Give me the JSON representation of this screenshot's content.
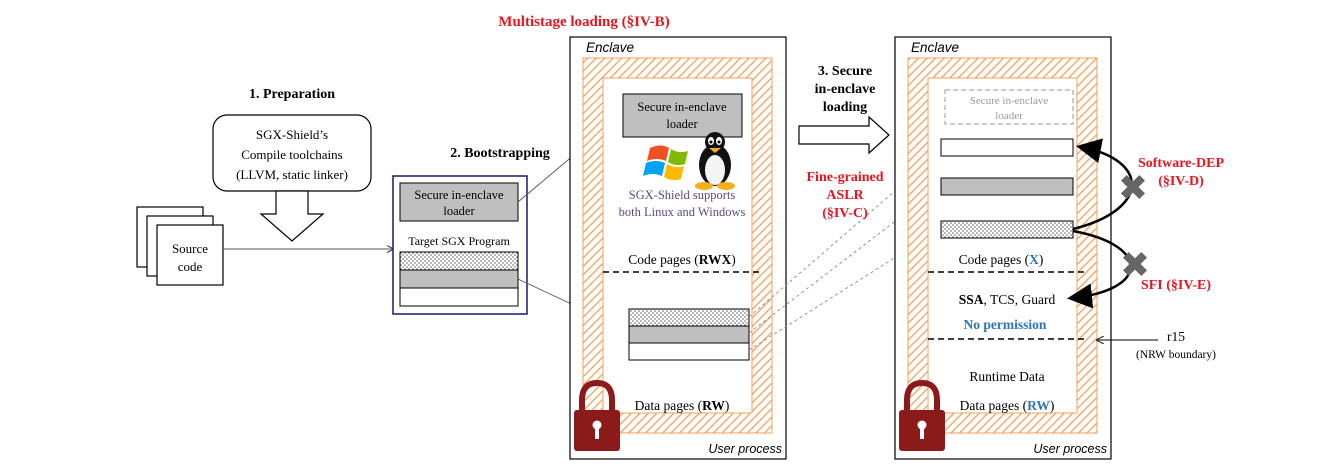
{
  "title": "Multistage loading (§IV-B)",
  "steps": {
    "preparation": "1. Preparation",
    "bootstrapping": "2. Bootstrapping",
    "secure_loading": [
      "3. Secure",
      "in-enclave",
      "loading"
    ]
  },
  "source_code": [
    "Source",
    "code"
  ],
  "toolchain": [
    "SGX-Shield’s",
    "Compile toolchains",
    "(LLVM, static linker)"
  ],
  "target_box": {
    "loader": [
      "Secure in-enclave",
      "loader"
    ],
    "program": "Target SGX Program"
  },
  "enclave_left": {
    "label": "Enclave",
    "process": "User process",
    "loader": [
      "Secure in-enclave",
      "loader"
    ],
    "os_note": [
      "SGX-Shield supports",
      "both Linux and Windows"
    ],
    "code_pages": {
      "text": "Code pages (",
      "perm": "RWX",
      "close": ")"
    },
    "data_pages": {
      "text": "Data pages (",
      "perm": "RW",
      "close": ")"
    }
  },
  "enclave_right": {
    "label": "Enclave",
    "process": "User process",
    "loader": [
      "Secure in-enclave",
      "loader"
    ],
    "code_pages": {
      "text": "Code pages (",
      "perm": "X",
      "close": ")"
    },
    "ssa_line": {
      "bold": "SSA",
      "rest": ", TCS, Guard"
    },
    "no_permission": "No permission",
    "runtime": "Runtime Data",
    "data_pages": {
      "text": "Data pages (",
      "perm": "RW",
      "close": ")"
    }
  },
  "aslr": [
    "Fine-grained",
    "ASLR",
    "(§IV-C)"
  ],
  "software_dep": [
    "Software-DEP",
    "(§IV-D)"
  ],
  "sfi": "SFI  (§IV-E)",
  "r15": [
    "r15",
    "(NRW boundary)"
  ],
  "colors": {
    "accent_red": "#e8141e",
    "accent_blue": "#2e75b6",
    "hatch_orange": "#f5a05a",
    "lock": "#8b1a1a",
    "navy": "#1f2a7a"
  },
  "icons": [
    "windows-logo-icon",
    "linux-tux-icon",
    "padlock-icon",
    "cross-mark-icon",
    "hollow-arrow-icon"
  ]
}
